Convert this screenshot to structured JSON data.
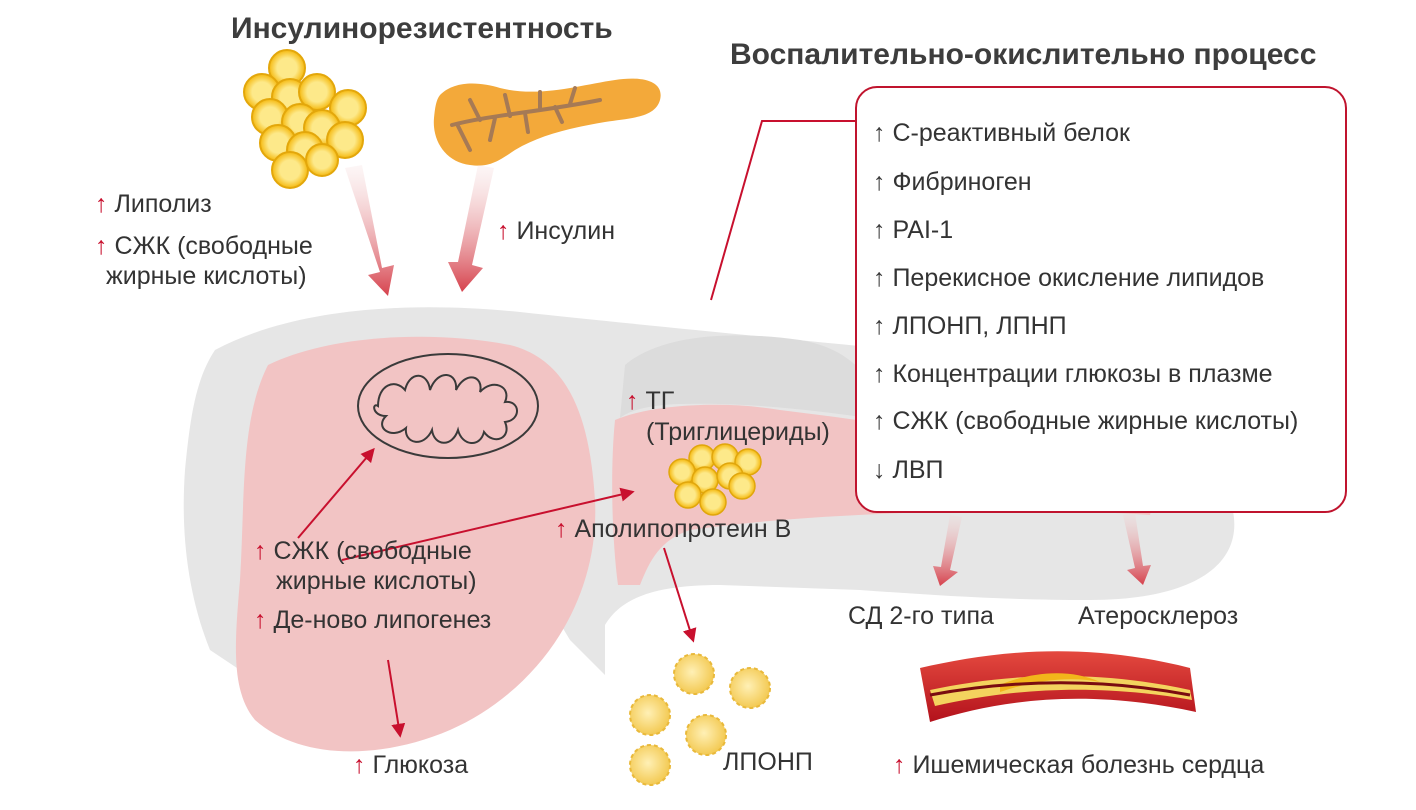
{
  "headings": {
    "insulin_resistance": "Инсулинорезистентность",
    "inflammation": "Воспалительно-окислительно процесс"
  },
  "arrows": {
    "up": "↑",
    "down": "↓"
  },
  "labels": {
    "lipolysis": "Липолиз",
    "ffa_line1": "СЖК (свободные",
    "ffa_line2": "жирные кислоты)",
    "insulin": "Инсулин",
    "tg_line1": "ТГ",
    "tg_line2": "(Триглицериды)",
    "apob": "Аполипопротеин В",
    "liver_ffa_line1": "СЖК (свободные",
    "liver_ffa_line2": "жирные кислоты)",
    "de_novo": "Де-ново липогенез",
    "glucose": "Глюкоза",
    "vldl": "ЛПОНП",
    "t2d": "СД 2-го типа",
    "atherosclerosis": "Атеросклероз",
    "ihd": "Ишемическая болезнь сердца"
  },
  "box_items": [
    {
      "dir": "↑",
      "text": "С-реактивный белок"
    },
    {
      "dir": "↑",
      "text": "Фибриноген"
    },
    {
      "dir": "↑",
      "text": "PAI-1"
    },
    {
      "dir": "↑",
      "text": "Перекисное окисление липидов"
    },
    {
      "dir": "↑",
      "text": "ЛПОНП, ЛПНП"
    },
    {
      "dir": "↑",
      "text": "Концентрации глюкозы в плазме"
    },
    {
      "dir": "↑",
      "text": "СЖК (свободные жирные кислоты)"
    },
    {
      "dir": "↓",
      "text": "ЛВП"
    }
  ],
  "colors": {
    "accent_red": "#c8102e",
    "liver_pink": "#f2c6c6",
    "liver_shadow": "#e4e4e4",
    "fat_yellow": "#f7c81e",
    "pancreas_orange": "#f3a93a"
  }
}
